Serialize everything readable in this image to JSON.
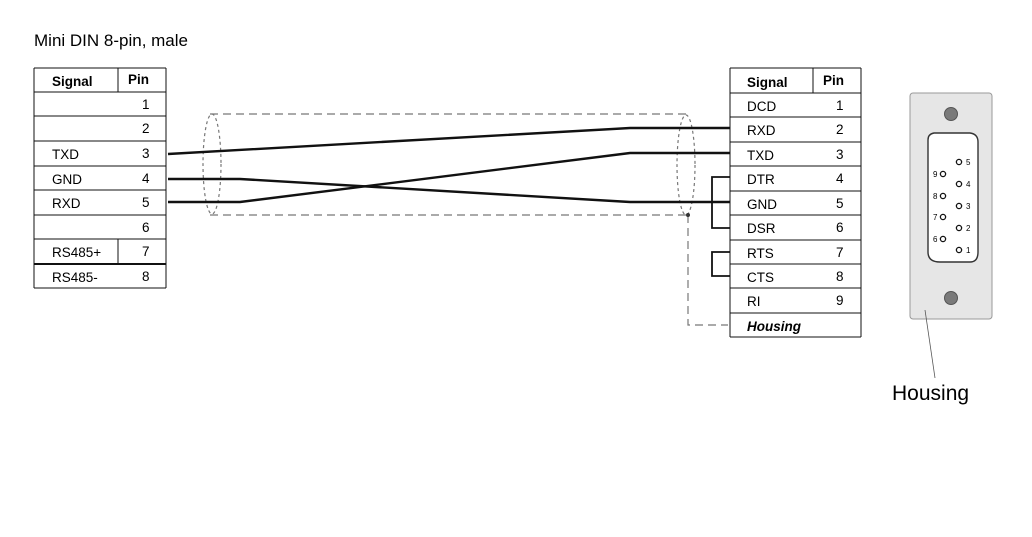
{
  "title": "Mini DIN 8-pin, male",
  "left_table": {
    "header_signal": "Signal",
    "header_pin": "Pin",
    "rows": [
      {
        "signal": "",
        "pin": "1"
      },
      {
        "signal": "",
        "pin": "2"
      },
      {
        "signal": "TXD",
        "pin": "3"
      },
      {
        "signal": "GND",
        "pin": "4"
      },
      {
        "signal": "RXD",
        "pin": "5"
      },
      {
        "signal": "",
        "pin": "6"
      },
      {
        "signal": "RS485+",
        "pin": "7"
      },
      {
        "signal": "RS485-",
        "pin": "8"
      }
    ]
  },
  "right_table": {
    "header_signal": "Signal",
    "header_pin": "Pin",
    "rows": [
      {
        "signal": "DCD",
        "pin": "1"
      },
      {
        "signal": "RXD",
        "pin": "2"
      },
      {
        "signal": "TXD",
        "pin": "3"
      },
      {
        "signal": "DTR",
        "pin": "4"
      },
      {
        "signal": "GND",
        "pin": "5"
      },
      {
        "signal": "DSR",
        "pin": "6"
      },
      {
        "signal": "RTS",
        "pin": "7"
      },
      {
        "signal": "CTS",
        "pin": "8"
      },
      {
        "signal": "RI",
        "pin": "9"
      },
      {
        "signal": "Housing",
        "pin": ""
      }
    ]
  },
  "connector": {
    "top_row_pins": [
      "5",
      "4",
      "3",
      "2",
      "1"
    ],
    "bottom_row_pins": [
      "9",
      "8",
      "7",
      "6"
    ]
  },
  "housing_label": "Housing"
}
